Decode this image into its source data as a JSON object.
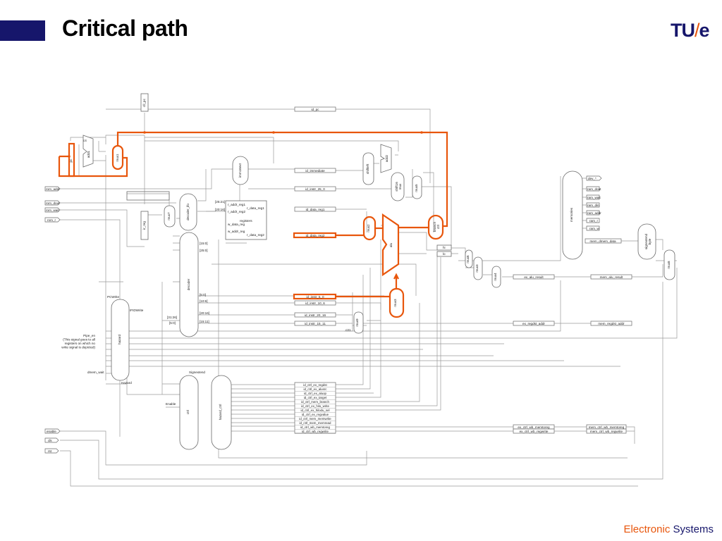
{
  "slide": {
    "title": "Critical path",
    "logo": {
      "left": "TU",
      "slash": "/",
      "right": "e"
    },
    "footer": {
      "word1": "Electronic",
      "word2": "Systems"
    }
  },
  "colors": {
    "accent": "#e8560c",
    "navy": "#16166b",
    "wire": "#9a9a9a",
    "block": "#6a6a6a"
  },
  "diagram": {
    "labels": {
      "c4": "c4",
      "add1": "add1",
      "mux1": "mux1",
      "pc": "pc",
      "cll_pc": "cll_pc",
      "mux7": "mux7",
      "ir_reg": "ir_reg",
      "decoder_ifo": "decoder_ifo",
      "decoder": "decoder",
      "regfile": "registers",
      "imm16ext": "imm16ext",
      "shift_left": "shiftleft",
      "add2": "add2",
      "shift16_mux": "shift16\nmux",
      "mux5": "mux5",
      "mux2": "mux2",
      "alu": "alu",
      "branch_ctrl": "branch\nctrl",
      "mux3": "mux3",
      "mux4": "mux4",
      "mux6": "mux6",
      "mux8": "mux8",
      "mux9": "mux9",
      "memories": "memories",
      "signextend_byte": "signextend\nbyte",
      "hazard": "hazard",
      "ctrl": "ctrl",
      "hazard_ctrl": "hazard_ctrl",
      "hi": "hi",
      "lo": "lo",
      "r_addr_reg1": "r_addr_reg1",
      "r_addr_reg2": "r_addr_reg2",
      "r_data_reg1": "r_data_reg1",
      "r_data_reg2": "r_data_reg2",
      "w_data_reg": "w_data_reg",
      "w_addr_reg": "w_addr_reg",
      "pcwrite": "PCWrite",
      "ifidwrite": "IFIDWrite",
      "hazard_lbl": "Hazard",
      "signextend": "Signextend",
      "enable_lbl": "Enable",
      "c31": "c31",
      "pipe_en": "Pipe_en\n(This signal goes to all\nregisters on which no\nwrite signal is depicted)"
    },
    "ports_left": [
      "rom_addr",
      "rom_dout",
      "rom_wait",
      "rom_r",
      "dmem_wait",
      "enable",
      "clk",
      "rst"
    ],
    "ports_right": [
      "dev_*",
      "ram_dout",
      "ram_wait",
      "ram_din",
      "ram_addr",
      "ram_r",
      "ram_w"
    ],
    "bit_fields": [
      "[25:21]",
      "[20:16]",
      "[15:0]",
      "[25:0]",
      "[5:0]",
      "[10:6]",
      "[20:16]",
      "[15:11]",
      "[31:26]",
      "[5:0]"
    ],
    "pipe_regs": {
      "id_pc": "id_pc",
      "id_immediate": "id_immediate",
      "id_instr_25_0": "id_instr_25_0",
      "id_data_reg1": "id_data_reg1",
      "id_data_reg2": "id_data_reg2",
      "id_instr_5_0": "id_instr_5_0",
      "id_instr_10_6": "id_instr_10_6",
      "id_instr_20_16": "id_instr_20_16",
      "id_instr_15_11": "id_instr_15_11",
      "ex_alu_result": "ex_alu_result",
      "mem_alu_result": "mem_alu_result",
      "ex_regdst_addr": "ex_regdst_addr",
      "mem_regdst_addr": "mem_regdst_addr",
      "mem_dmem_data": "mem_dmem_data",
      "ex_ctrl_wb_memtoreg": "ex_ctrl_wb_memtoreg",
      "ex_ctrl_wb_regwrite": "ex_ctrl_wb_regwrite",
      "mem_ctrl_wb_memtoreg": "mem_ctrl_wb_memtoreg",
      "mem_ctrl_wb_regwrite": "mem_ctrl_wb_regwrite"
    },
    "ctrl_regs": [
      "id_ctrl_ex_regdst",
      "id_ctrl_ex_alusrc",
      "id_ctrl_ex_aluop",
      "id_ctrl_ex_target",
      "id_ctrl_mem_branch",
      "id_ctrl_ex_hilo_write",
      "id_ctrl_ex_hilodu_sel",
      "id_ctrl_ex_regvalue",
      "id_ctrl_mem_memwrite",
      "id_ctrl_mem_memread",
      "id_ctrl_wb_memtoreg",
      "id_ctrl_wb_regwrite"
    ]
  }
}
